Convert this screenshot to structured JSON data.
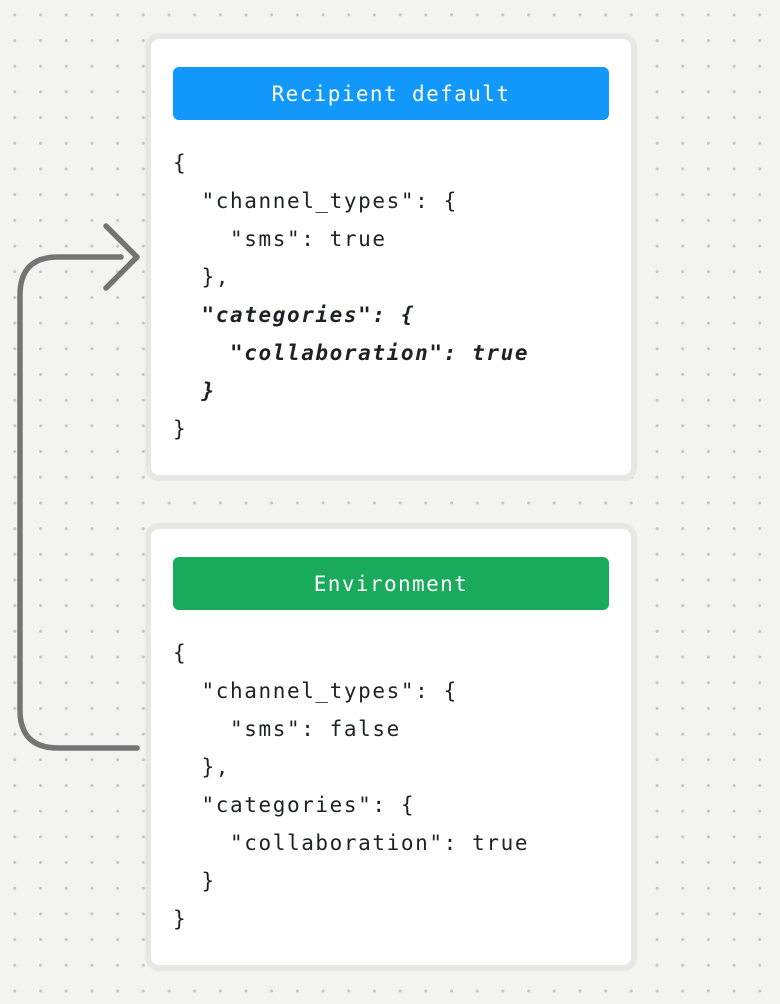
{
  "background": {
    "color": "#f3f3f2",
    "dot_color": "#c3c3c3"
  },
  "arrow": {
    "color": "#747474",
    "direction": "from-environment-to-recipient-default"
  },
  "cards": [
    {
      "title": "Recipient default",
      "header_color": "#1298fa",
      "code_lines": [
        {
          "text": "{",
          "emphasis": false
        },
        {
          "text": "  \"channel_types\": {",
          "emphasis": false
        },
        {
          "text": "    \"sms\": true",
          "emphasis": false
        },
        {
          "text": "  },",
          "emphasis": false
        },
        {
          "text": "  \"categories\": {",
          "emphasis": true
        },
        {
          "text": "    \"collaboration\": true",
          "emphasis": true
        },
        {
          "text": "  }",
          "emphasis": true
        },
        {
          "text": "}",
          "emphasis": false
        }
      ]
    },
    {
      "title": "Environment",
      "header_color": "#1aaa5c",
      "code_lines": [
        {
          "text": "{",
          "emphasis": false
        },
        {
          "text": "  \"channel_types\": {",
          "emphasis": false
        },
        {
          "text": "    \"sms\": false",
          "emphasis": false
        },
        {
          "text": "  },",
          "emphasis": false
        },
        {
          "text": "  \"categories\": {",
          "emphasis": false
        },
        {
          "text": "    \"collaboration\": true",
          "emphasis": false
        },
        {
          "text": "  }",
          "emphasis": false
        },
        {
          "text": "}",
          "emphasis": false
        }
      ]
    }
  ]
}
